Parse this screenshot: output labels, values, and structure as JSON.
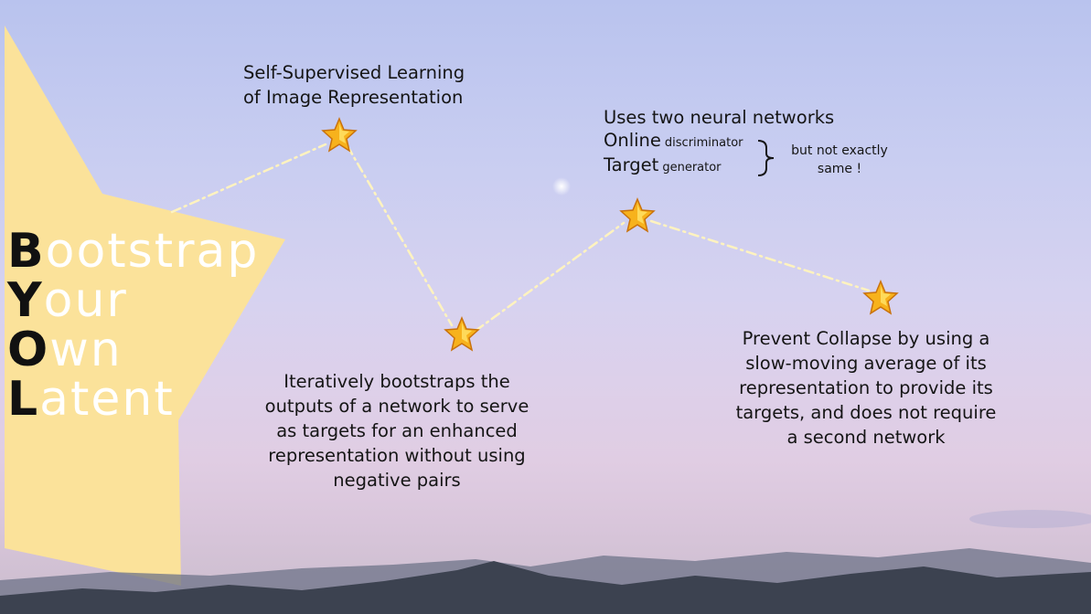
{
  "title": {
    "lines": [
      {
        "cap": "B",
        "rest": "ootstrap"
      },
      {
        "cap": "Y",
        "rest": "our"
      },
      {
        "cap": "O",
        "rest": "wn"
      },
      {
        "cap": "L",
        "rest": "atent"
      }
    ]
  },
  "nodes": {
    "ssl": {
      "lines": [
        "Self-Supervised Learning",
        "of Image Representation"
      ]
    },
    "iterative": {
      "lines": [
        "Iteratively bootstraps the",
        "outputs of a network to serve",
        "as targets for an enhanced",
        "representation without using",
        "negative pairs"
      ]
    },
    "networks": {
      "heading": "Uses two neural networks",
      "online": {
        "name": "Online",
        "role": "discriminator"
      },
      "target": {
        "name": "Target",
        "role": "generator"
      },
      "note": [
        "but not exactly",
        "same !"
      ]
    },
    "collapse": {
      "lines": [
        "Prevent Collapse by using a",
        "slow-moving average of its",
        "representation to provide its",
        "targets, and does not require",
        "a second network"
      ]
    }
  },
  "colors": {
    "big_star": "#fbe29a",
    "dash_line": "#fff3bf",
    "node_star": "#f7b21c",
    "cap_letters": "#111111",
    "title_rest": "#ffffff",
    "mountains": "#3c4250"
  },
  "icons": {
    "node_marker": "star-icon",
    "group_bracket": "curly-brace-icon"
  }
}
